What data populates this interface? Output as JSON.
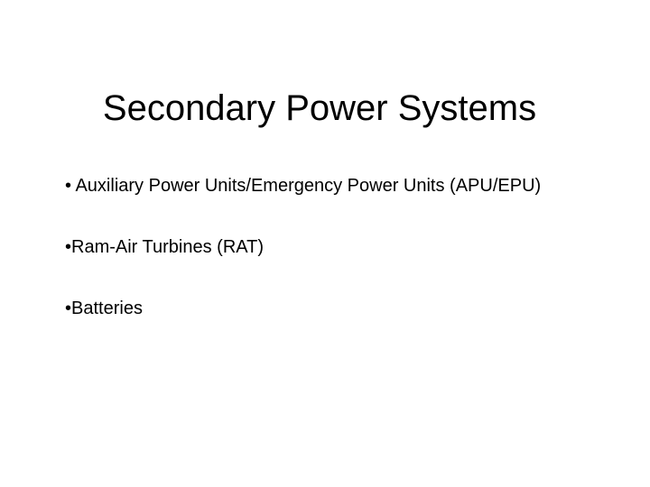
{
  "slide": {
    "title": "Secondary Power Systems",
    "bullets": [
      {
        "marker": "•",
        "text": " Auxiliary Power Units/Emergency Power Units (APU/EPU)"
      },
      {
        "marker": "•",
        "text": "Ram-Air Turbines (RAT)"
      },
      {
        "marker": "•",
        "text": "Batteries"
      }
    ]
  }
}
